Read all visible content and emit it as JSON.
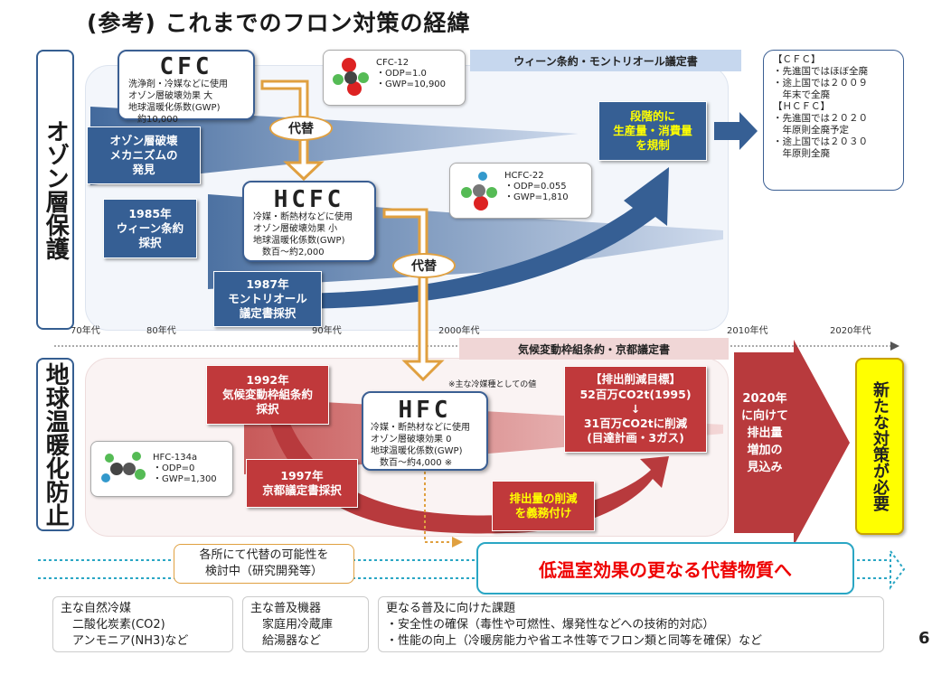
{
  "title": "(参考) これまでのフロン対策の経緯",
  "page_number": "6",
  "sidebar_top": "オゾン層保護",
  "sidebar_bottom": "地球温暖化防止",
  "vienna_banner": "ウィーン条約・モントリオール議定書",
  "climate_banner": "気候変動枠組条約・京都議定書",
  "cfc": {
    "name": "CFC",
    "desc": "洗浄剤・冷媒などに使用\nオゾン層破壊効果 大\n地球温暖化係数(GWP)\n　約10,000"
  },
  "hcfc": {
    "name": "HCFC",
    "desc": "冷媒・断熱材などに使用\nオゾン層破壊効果 小\n地球温暖化係数(GWP)\n　数百～約2,000"
  },
  "hfc": {
    "name": "HFC",
    "desc": "冷媒・断熱材などに使用\nオゾン層破壊効果 0\n地球温暖化係数(GWP)\n　数百～約4,000 ※"
  },
  "hfc_note": "※主な冷媒種としての値",
  "mol_cfc12": "CFC-12\n・ODP=1.0\n・GWP=10,900",
  "mol_hcfc22": "HCFC-22\n・ODP=0.055\n・GWP=1,810",
  "mol_hfc134a": "HFC-134a\n・ODP=0\n・GWP=1,300",
  "substitute_1": "代替",
  "substitute_2": "代替",
  "ozone_mechanism": "オゾン層破壊\nメカニズムの\n発見",
  "vienna_1985": "1985年\nウィーン条約\n採択",
  "montreal_1987": "1987年\nモントリオール\n議定書採択",
  "phase_out": "段階的に\n生産量・消費量\nを規制",
  "phase_status": "【ＣＦＣ】\n・先進国ではほぼ全廃\n・途上国では２００９\n　年末で全廃\n【ＨＣＦＣ】\n・先進国では２０２０\n　年原則全廃予定\n・途上国では２０３０\n　年原則全廃",
  "unfccc_1992": "1992年\n気候変動枠組条約\n採択",
  "kyoto_1997": "1997年\n京都議定書採択",
  "reduction_obligation": "排出量の削減\nを義務付け",
  "reduction_target": "【排出削減目標】\n52百万CO2t(1995)\n↓\n31百万CO2tに削減\n(目達計画・3ガス)",
  "forecast_2020": "2020年\nに向けて\n排出量\n増加の\n見込み",
  "new_measures": "新たな対策が必要",
  "research": "各所にて代替の可能性を\n検討中（研究開発等）",
  "low_gwp": "低温室効果の更なる代替物質へ",
  "timeline": [
    "70年代",
    "80年代",
    "90年代",
    "2000年代",
    "2010年代",
    "2020年代"
  ],
  "natural_refrigerants": "主な自然冷媒\n　二酸化炭素(CO2)\n　アンモニア(NH3)など",
  "devices": "主な普及機器\n　家庭用冷蔵庫\n　給湯器など",
  "issues": "更なる普及に向けた課題\n・安全性の確保（毒性や可燃性、爆発性などへの技術的対応）\n・性能の向上（冷暖房能力や省エネ性等でフロン類と同等を確保）など",
  "colors": {
    "blue": "#365f94",
    "red": "#c0393b",
    "orange": "#e0a040",
    "yellow": "#ffff00",
    "teal": "#2aa6c4"
  }
}
